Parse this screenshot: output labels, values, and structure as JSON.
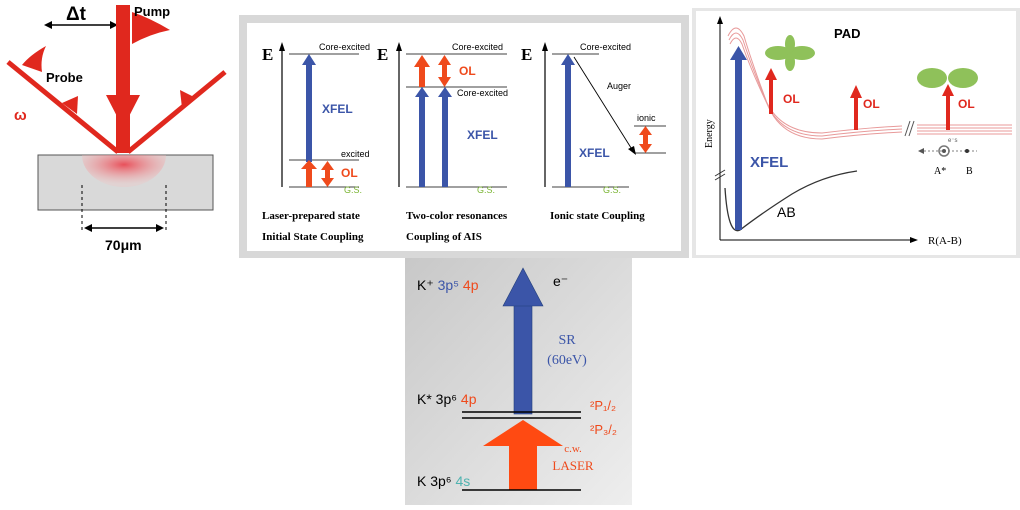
{
  "pump_probe": {
    "delta_t": "Δt",
    "pump": "Pump",
    "probe": "Probe",
    "omega": "ω",
    "size": "70μm"
  },
  "coupling": {
    "e_label": "E",
    "panel1": {
      "core_excited": "Core-excited",
      "excited": "excited",
      "xfel": "XFEL",
      "ol": "OL",
      "gs": "G.S.",
      "caption_line1": "Laser-prepared state",
      "caption_line2": "Initial State Coupling"
    },
    "panel2": {
      "core_excited_top": "Core-excited",
      "core_excited_mid": "Core-excited",
      "ol": "OL",
      "xfel": "XFEL",
      "gs": "G.S.",
      "caption_line1": "Two-color resonances",
      "caption_line2": "Coupling of AIS"
    },
    "panel3": {
      "core_excited": "Core-excited",
      "auger": "Auger",
      "ionic": "ionic",
      "xfel": "XFEL",
      "gs": "G.S.",
      "caption_line1": "Ionic state Coupling"
    }
  },
  "potential": {
    "pad": "PAD",
    "ol": "OL",
    "xfel": "XFEL",
    "energy": "Energy",
    "ab": "AB",
    "axis_x": "R(A-B)",
    "a_star": "A*",
    "b": "B",
    "small": "e⁻s"
  },
  "potassium": {
    "top_state_prefix": "K⁺ ",
    "top_state_3p": "3p⁵",
    "top_state_4p": " 4p",
    "electron": "e⁻",
    "mid_state_prefix": "K* 3p⁶ ",
    "mid_state_4p": "4p",
    "ground_prefix": "K 3p⁶ ",
    "ground_4s": "4s",
    "sr": "SR",
    "sr_energy": "(60eV)",
    "p12": "²P₁/₂",
    "p32": "²P₃/₂",
    "laser_line1": "c.w.",
    "laser_line2": "LASER"
  },
  "colors": {
    "red": "#e0281e",
    "blue": "#3b55a8",
    "orange": "#ef4a1c",
    "green": "#7bb534",
    "teal": "#4fb3b0"
  }
}
